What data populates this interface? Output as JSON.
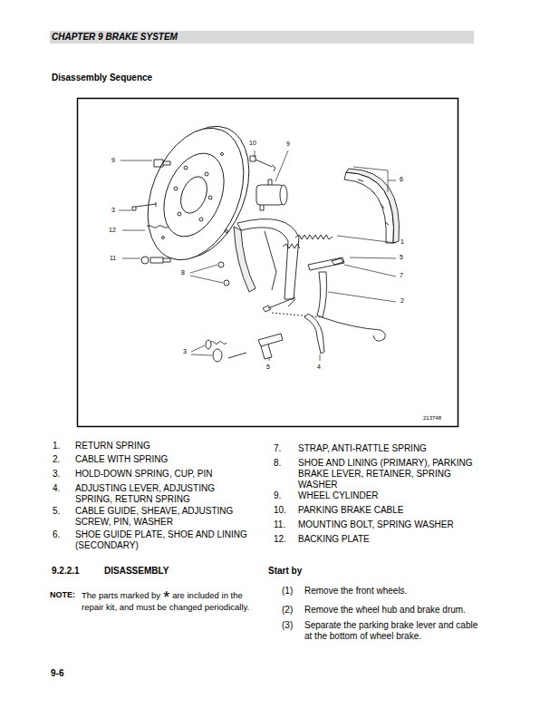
{
  "diagram": {
    "title": "Disassembly Sequence",
    "labels": [
      "CHAPTER 9 BRAKE SYSTEM",
      "10",
      "9",
      "9",
      "6",
      "3",
      "12",
      "1",
      "11",
      "5",
      "7",
      "8",
      "2",
      "3",
      "5",
      "4",
      "213748",
      "1.",
      "RETURN SPRING",
      "2.",
      "CABLE WITH SPRING",
      "3.",
      "HOLD-DOWN SPRING, CUP, PIN",
      "4.",
      "ADJUSTING LEVER, ADJUSTING SPRING, RETURN SPRING",
      "5.",
      "CABLE GUIDE, SHEAVE, ADJUSTING SCREW, PIN, WASHER",
      "6.",
      "SHOE GUIDE PLATE, SHOE AND LINING (SECONDARY)",
      "7.",
      "STRAP, ANTI-RATTLE SPRING",
      "8.",
      "SHOE AND LINING (PRIMARY), PARKING BRAKE LEVER, RETAINER, SPRING WASHER",
      "9.",
      "WHEEL CYLINDER",
      "10.",
      "PARKING BRAKE CABLE",
      "11.",
      "MOUNTING BOLT, SPRING WASHER",
      "12.",
      "BACKING PLATE",
      "9.2.2.1",
      "DISASSEMBLY",
      "NOTE:",
      "The parts marked by",
      "*",
      "are included in the repair kit, and must be changed periodically.",
      "Start by",
      "(1)",
      "Remove the front wheels.",
      "(2)",
      "Remove the wheel hub and brake drum.",
      "(3)",
      "Separate the parking brake lever and cable at the bottom of wheel brake.",
      "9-6"
    ]
  }
}
